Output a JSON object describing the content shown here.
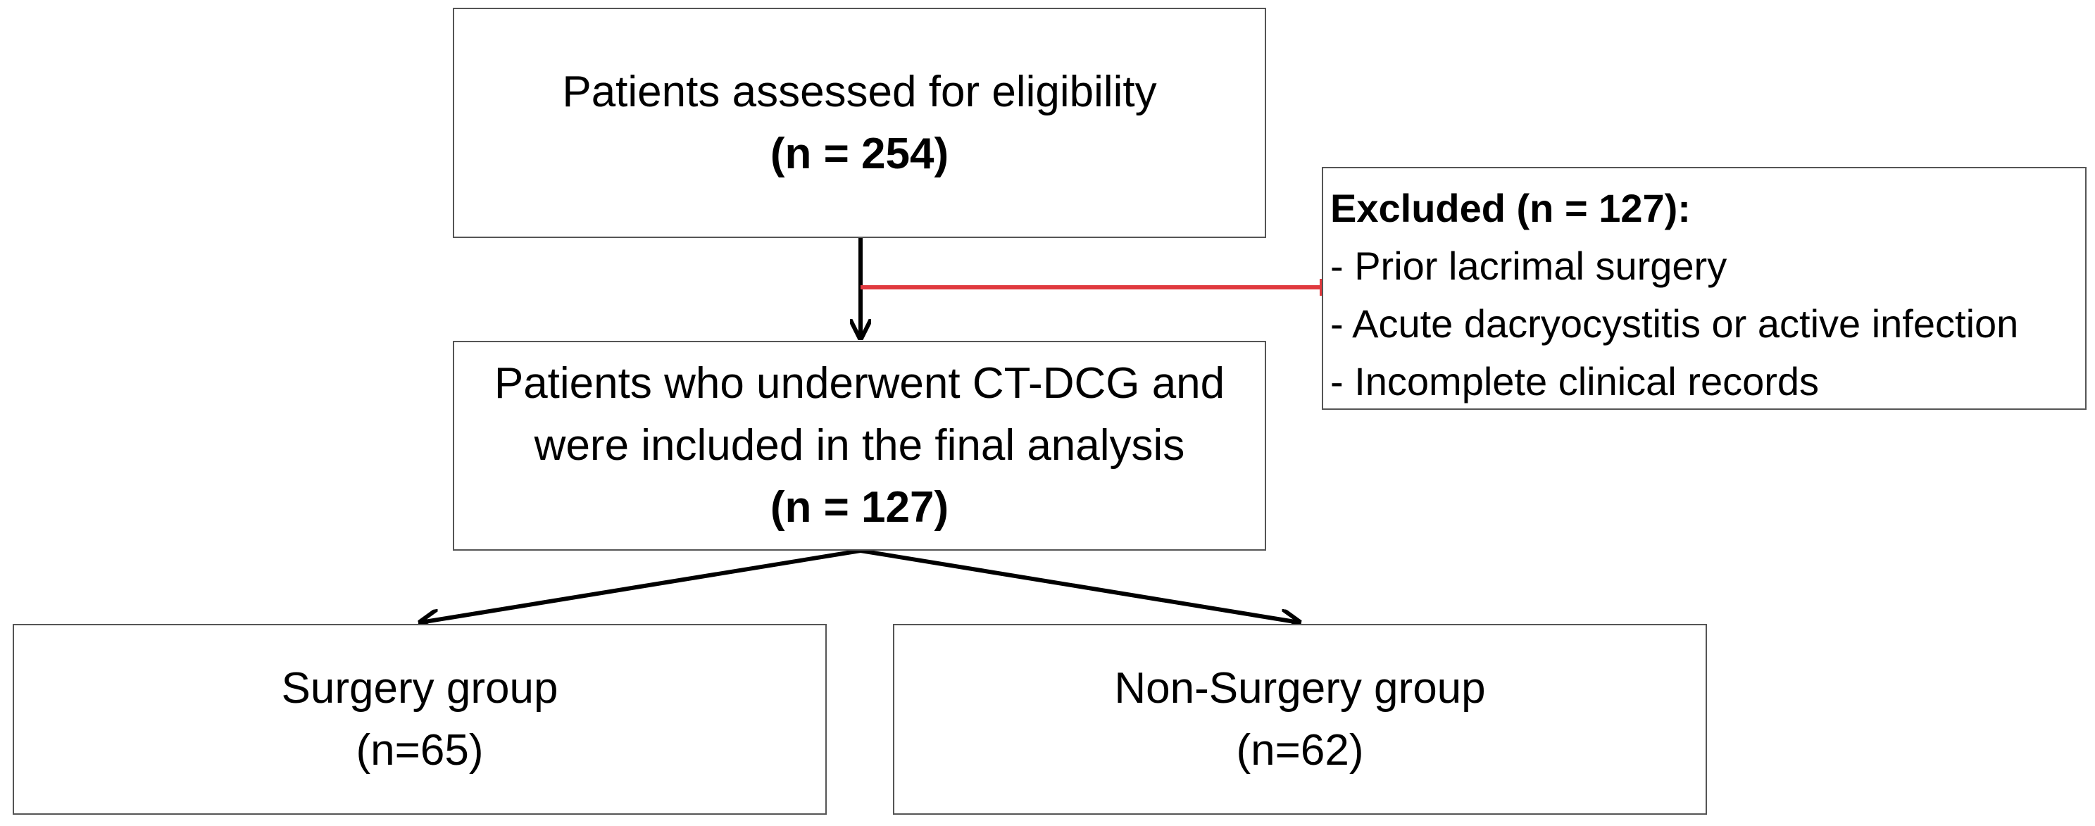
{
  "assessed": {
    "label": "Patients assessed for eligibility",
    "count": "(n = 254)"
  },
  "included": {
    "line1": "Patients who underwent CT-DCG and",
    "line2": "were included in the final analysis",
    "count": "(n = 127)"
  },
  "excluded": {
    "title": "Excluded (n = 127):",
    "reasons": [
      "- Prior lacrimal surgery",
      "- Acute dacryocystitis or active infection",
      "- Incomplete clinical records"
    ]
  },
  "surgery": {
    "label": "Surgery group",
    "count": "(n=65)"
  },
  "non_surgery": {
    "label": "Non-Surgery group",
    "count": "(n=62)"
  },
  "colors": {
    "box_border": "#555555",
    "arrow": "#000000",
    "exclusion_arrow": "#e0393e"
  }
}
